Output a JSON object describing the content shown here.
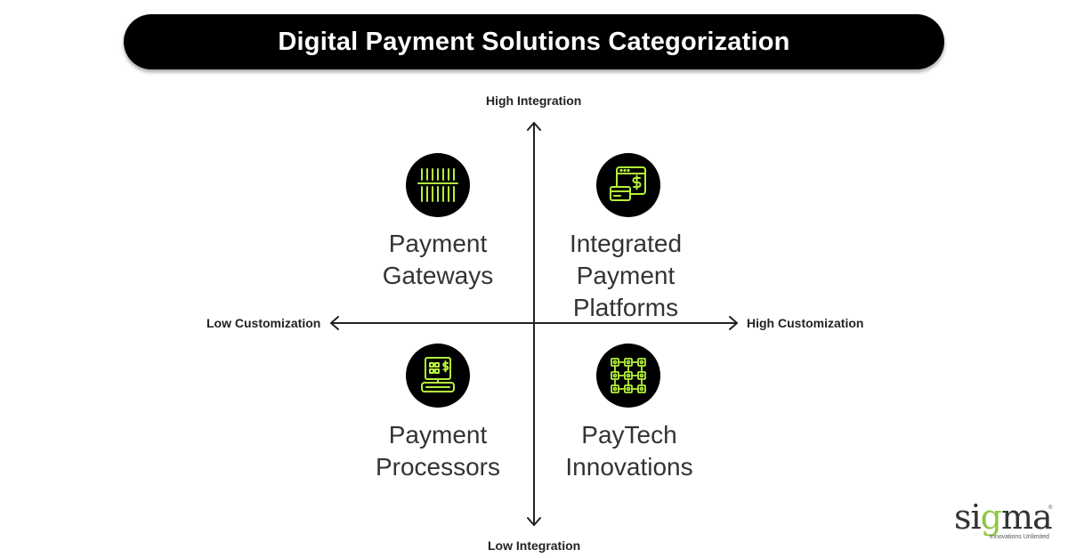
{
  "title": "Digital Payment Solutions Categorization",
  "axes": {
    "top": "High Integration",
    "bottom": "Low Integration",
    "left": "Low Customization",
    "right": "High Customization"
  },
  "quadrants": [
    {
      "position": "top-left",
      "lines": [
        "Payment",
        "Gateways"
      ],
      "icon": "barcode-icon"
    },
    {
      "position": "top-right",
      "lines": [
        "Integrated",
        "Payment",
        "Platforms"
      ],
      "icon": "payment-window-icon"
    },
    {
      "position": "bottom-left",
      "lines": [
        "Payment",
        "Processors"
      ],
      "icon": "card-terminal-icon"
    },
    {
      "position": "bottom-right",
      "lines": [
        "PayTech",
        "Innovations"
      ],
      "icon": "blockchain-grid-icon"
    }
  ],
  "logo": {
    "brand": "sigma",
    "tagline": "Innovations Unlimited",
    "mark": "®"
  },
  "colors": {
    "accent": "#b5f23a",
    "title_bg": "#000000",
    "logo_green": "#8dc63f"
  }
}
